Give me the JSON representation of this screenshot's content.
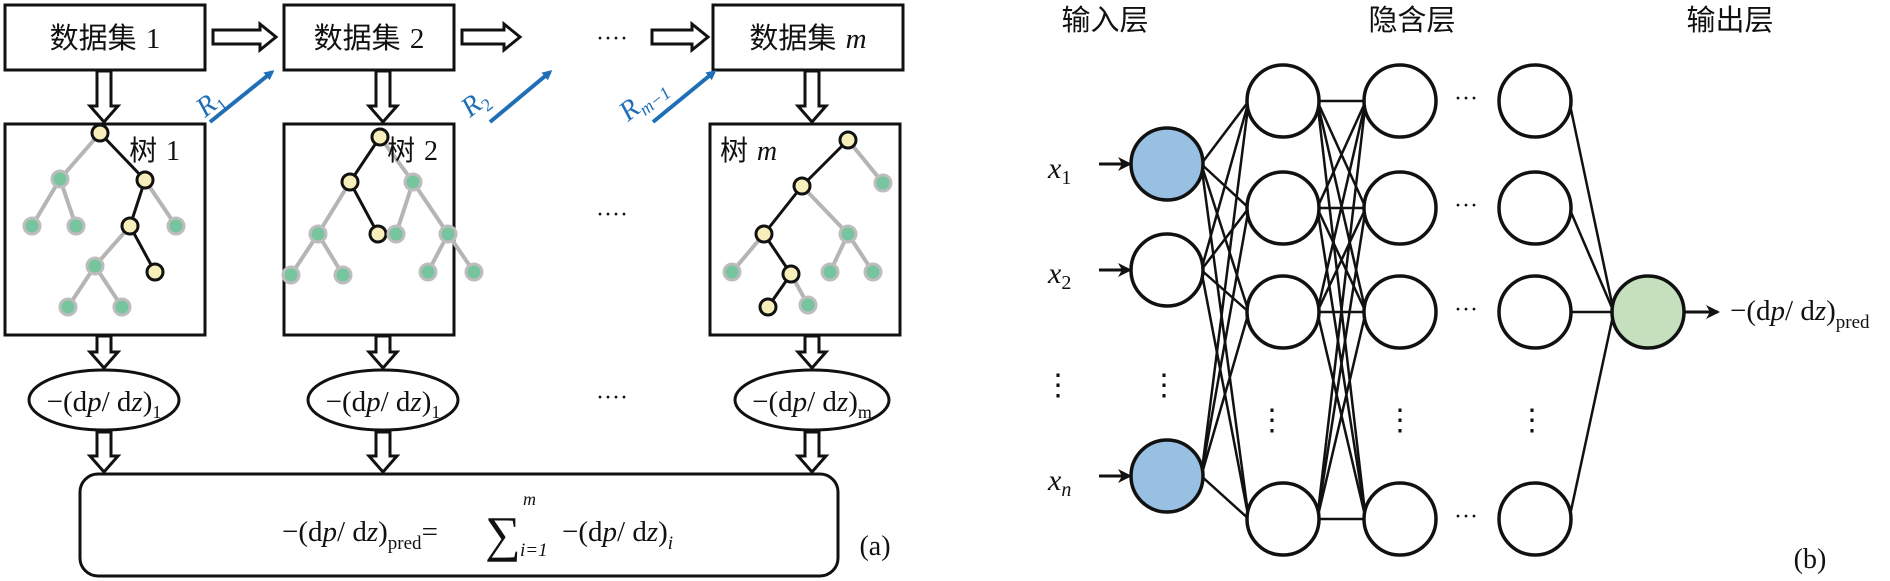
{
  "panel_a": {
    "label": "(a)",
    "datasets": [
      {
        "prefix": "数据集 ",
        "suffix": "1",
        "italic": false
      },
      {
        "prefix": "数据集 ",
        "suffix": "2",
        "italic": false
      },
      {
        "prefix": "数据集 ",
        "suffix": "m",
        "italic": true
      }
    ],
    "ellipsis": "····",
    "residuals": [
      {
        "base": "R",
        "sub": "1"
      },
      {
        "base": "R",
        "sub": "2"
      },
      {
        "base": "R",
        "sub": "m−1"
      }
    ],
    "trees": [
      {
        "prefix": "树 ",
        "suffix": "1",
        "italic": false
      },
      {
        "prefix": "树 ",
        "suffix": "2",
        "italic": false
      },
      {
        "prefix": "树 ",
        "suffix": "m",
        "italic": true
      }
    ],
    "outputs": [
      {
        "sub": "1"
      },
      {
        "sub": "1"
      },
      {
        "sub": "m"
      }
    ],
    "output_expr": {
      "lead": "−(d",
      "p": "p",
      "slash": "/ d",
      "z": "z",
      "close": ")"
    },
    "formula": {
      "lhs_sub": "pred",
      "equals": "=",
      "sum": "∑",
      "sum_upper": "m",
      "sum_lower": "i=1",
      "rhs_sub": "i"
    },
    "colors": {
      "residual_arrow": "#1f6fb6",
      "path_node": "#f7eebb",
      "leaf_node": "#77c59e",
      "grey_edge": "#b5b5b5"
    }
  },
  "panel_b": {
    "label": "(b)",
    "layer_titles": [
      "输入层",
      "隐含层",
      "输出层"
    ],
    "inputs": [
      {
        "base": "x",
        "sub": "1"
      },
      {
        "base": "x",
        "sub": "2"
      },
      {
        "base": "x",
        "sub": "n"
      }
    ],
    "vertical_ellipsis": "⋮",
    "horizontal_ellipsis": "···",
    "output_label": {
      "sub": "pred"
    },
    "colors": {
      "input_active": "#97c0e3",
      "output_node": "#c6e0bd"
    }
  }
}
